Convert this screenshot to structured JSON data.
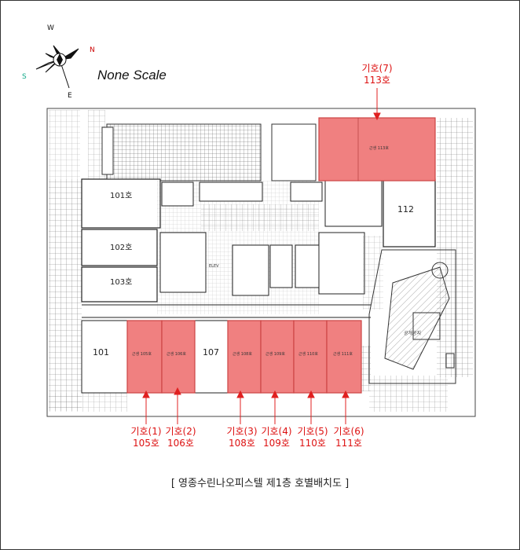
{
  "scale_label": "None Scale",
  "compass": {
    "n": "N",
    "s": "S",
    "e": "E",
    "w": "W"
  },
  "caption": "[ 영종수린나오피스텔 제1층 호별배치도 ]",
  "highlight_color": "#f08080",
  "arrow_color": "#e02020",
  "rooms": {
    "r101_top": "101호",
    "r102": "102호",
    "r103": "103호",
    "r101": "101",
    "r107": "107",
    "r112": "112",
    "r113_inner": "근생 113호",
    "unit_105": "근생 105호",
    "unit_106": "근생 106호",
    "unit_108": "근생 108호",
    "unit_109": "근생 109호",
    "unit_110": "근생 110호",
    "unit_111": "근생 111호",
    "elev": "ELEV",
    "deck": "공개공지"
  },
  "callouts": {
    "top": {
      "line1": "기호(7)",
      "line2": "113호"
    },
    "bottom": [
      {
        "line1": "기호(1)",
        "line2": "105호"
      },
      {
        "line1": "기호(2)",
        "line2": "106호"
      },
      {
        "line1": "기호(3)",
        "line2": "108호"
      },
      {
        "line1": "기호(4)",
        "line2": "109호"
      },
      {
        "line1": "기호(5)",
        "line2": "110호"
      },
      {
        "line1": "기호(6)",
        "line2": "111호"
      }
    ]
  }
}
